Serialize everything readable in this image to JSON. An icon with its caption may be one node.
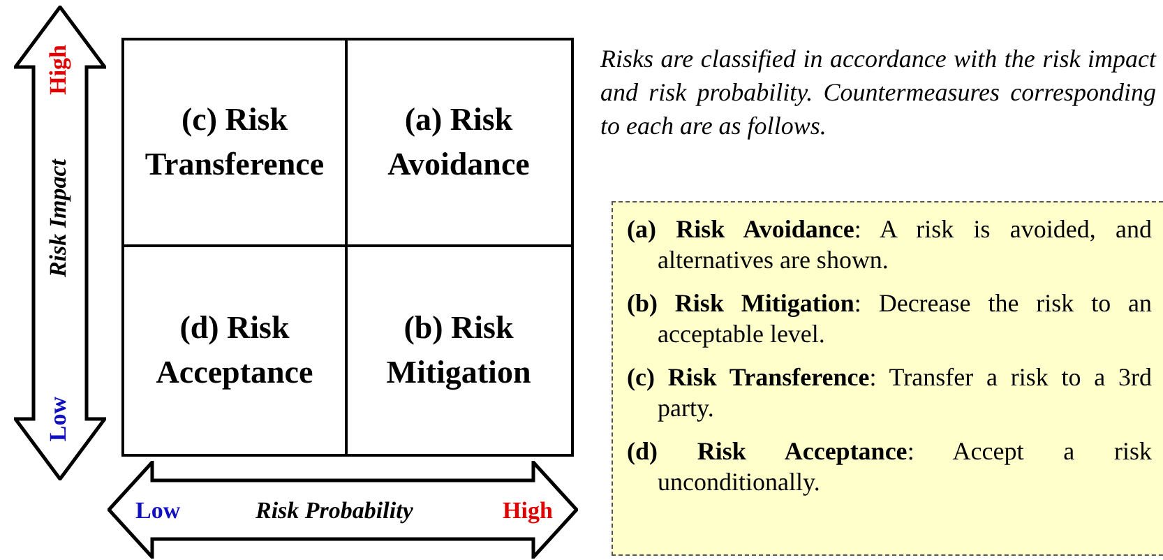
{
  "diagram": {
    "nodes": [
      {
        "text": [
          "High",
          "Risk Impact",
          "Low"
        ]
      },
      {
        "text": [
          "(c) Risk Transference"
        ]
      },
      {
        "text": [
          "(a) Risk Avoidance"
        ]
      },
      {
        "text": [
          "(d) Risk Acceptance"
        ]
      },
      {
        "text": [
          "(b) Risk Mitigation"
        ]
      },
      {
        "text": [
          "Low",
          "Risk Probability",
          "High"
        ]
      },
      {
        "text": [
          "**(a) Risk Avoidance**: A risk is avoided, and alternatives are shown.",
          "**(b) Risk Mitigation**: Decrease the risk to an acceptable level.",
          "**(c) Risk Transference**: Transfer a risk to a 3rd party.",
          "**(d) Risk Acceptance**: Accept a risk unconditionally."
        ]
      }
    ],
    "edges": [],
    "labels": [
      "Risks are classified in accordance with the risk impact and risk probability. Countermeasures corresponding to each are as follows."
    ]
  }
}
